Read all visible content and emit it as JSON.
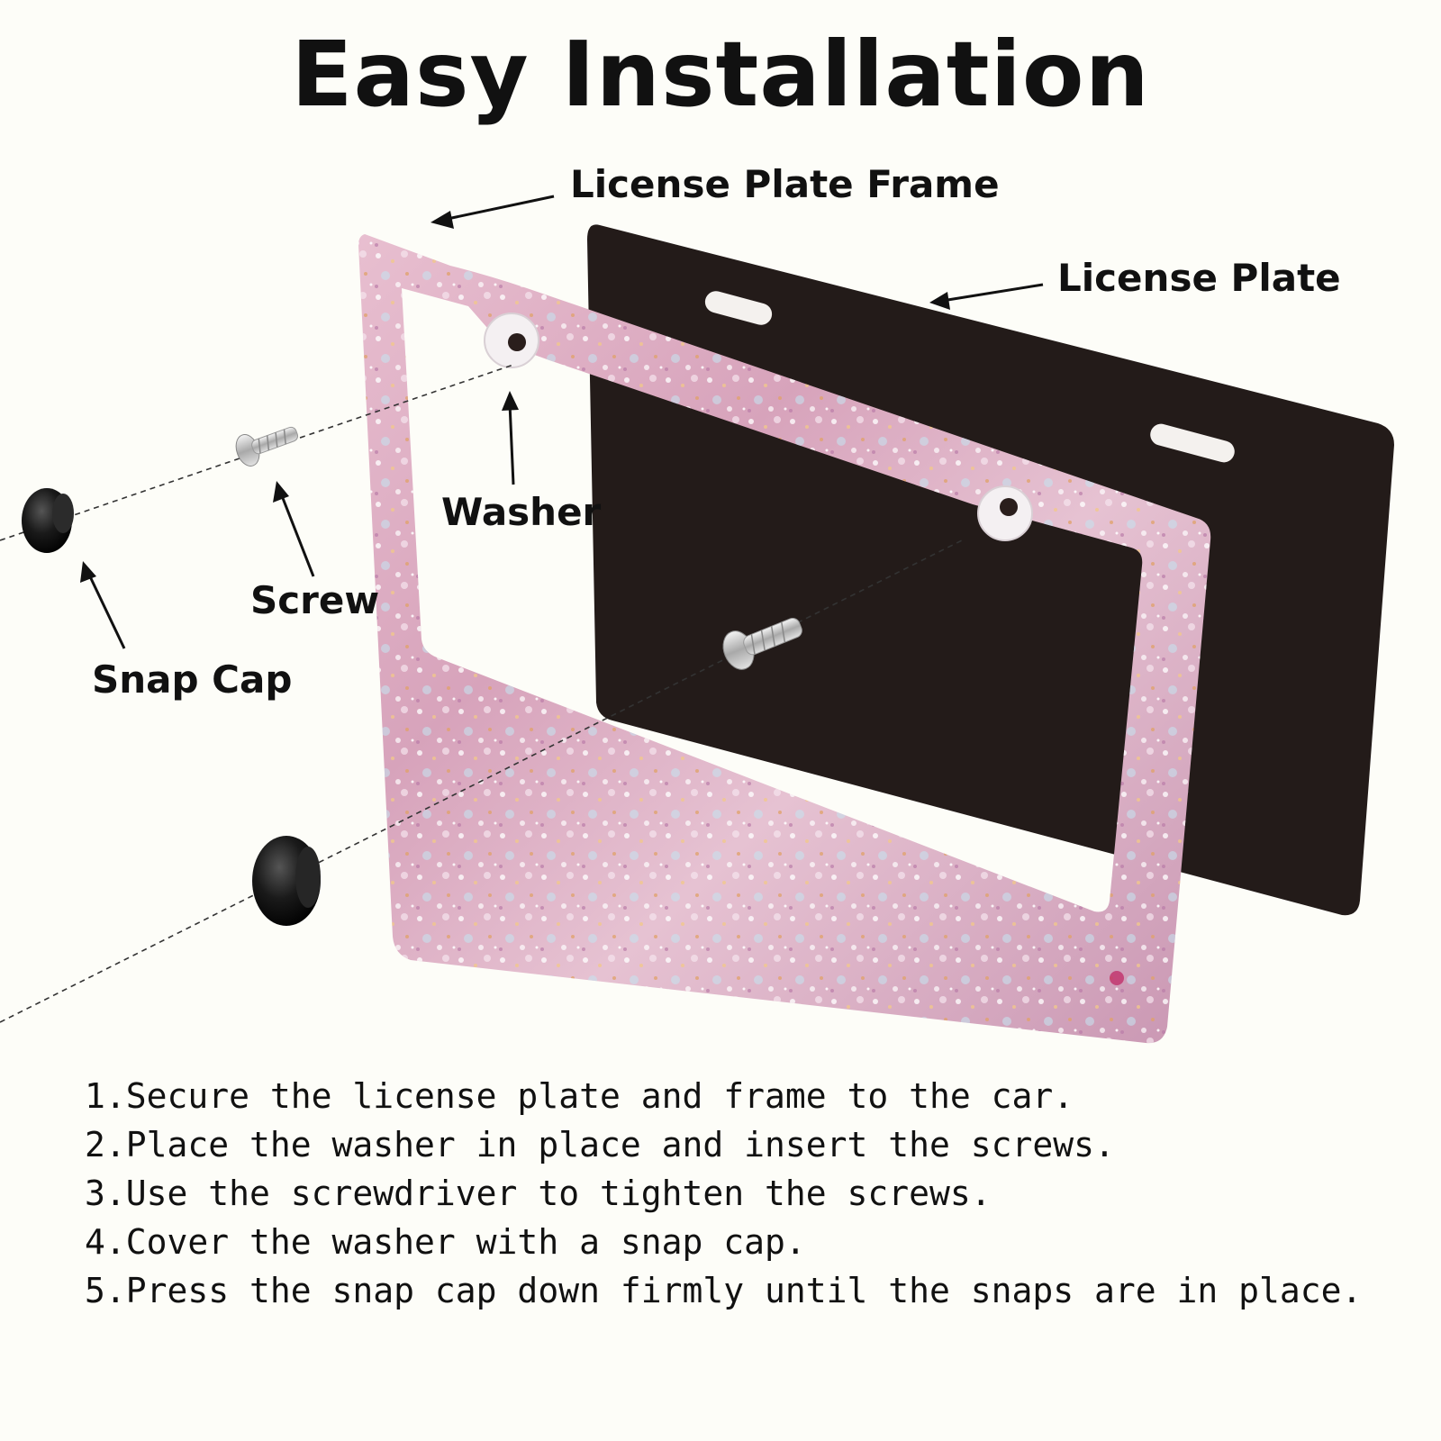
{
  "title": "Easy Installation",
  "labels": {
    "frame": "License Plate Frame",
    "plate": "License Plate",
    "washer": "Washer",
    "screw": "Screw",
    "snap_cap": "Snap Cap"
  },
  "steps": [
    "1.Secure the license plate and frame to the car.",
    "2.Place the washer in place and insert the screws.",
    "3.Use the screwdriver to tighten the screws.",
    "4.Cover the washer with a snap cap.",
    "5.Press the snap cap down firmly until the snaps are in place."
  ],
  "colors": {
    "background": "#fdfdf8",
    "frame_pink": "#d9a6be",
    "plate_black": "#231b19",
    "washer_white": "#f4f0f2",
    "cap_black": "#111111",
    "text": "#111111"
  },
  "icons": [
    "screw-icon",
    "washer-icon",
    "snap-cap-icon",
    "arrow-icon"
  ]
}
